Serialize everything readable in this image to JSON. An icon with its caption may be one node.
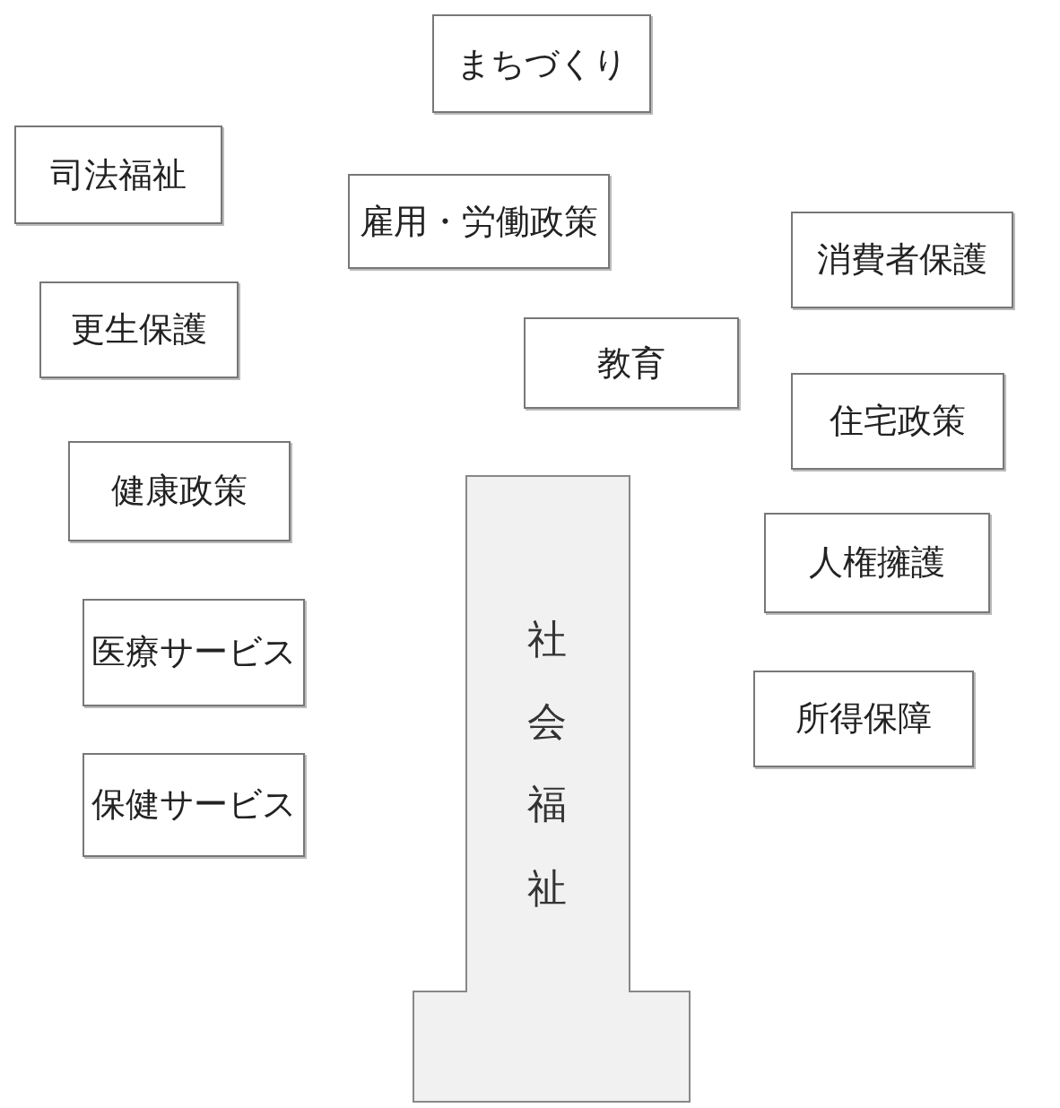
{
  "diagram": {
    "nodes": [
      {
        "text": [
          "まちづくり"
        ]
      },
      {
        "text": [
          "司法福祉"
        ]
      },
      {
        "text": [
          "雇用・労働政策"
        ]
      },
      {
        "text": [
          "消費者保護"
        ]
      },
      {
        "text": [
          "更生保護"
        ]
      },
      {
        "text": [
          "教育"
        ]
      },
      {
        "text": [
          "住宅政策"
        ]
      },
      {
        "text": [
          "健康政策"
        ]
      },
      {
        "text": [
          "社会福祉"
        ]
      },
      {
        "text": [
          "人権擁護"
        ]
      },
      {
        "text": [
          "医療サービス"
        ]
      },
      {
        "text": [
          "所得保障"
        ]
      },
      {
        "text": [
          "保健サービス"
        ]
      }
    ]
  }
}
